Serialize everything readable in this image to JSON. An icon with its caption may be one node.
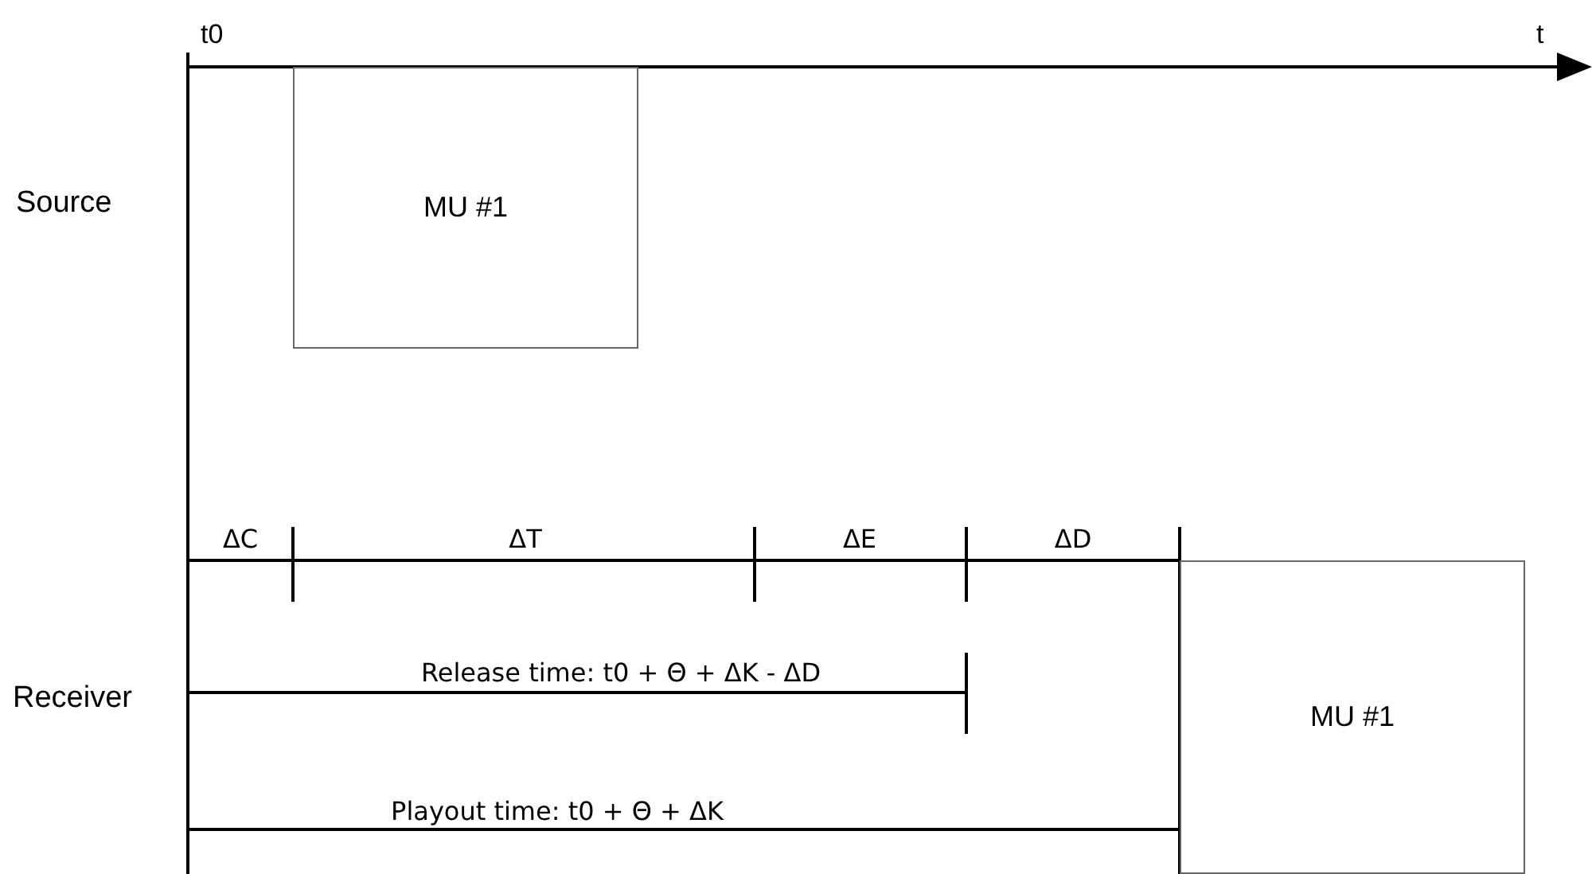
{
  "diagram": {
    "nodes": [
      {
        "text": [
          "MU #1"
        ]
      },
      {
        "text": [
          "MU #1"
        ]
      }
    ],
    "edges": [],
    "labels": [
      "t0",
      "t",
      "Source",
      "ΔC",
      "ΔT",
      "ΔE",
      "ΔD",
      "Receiver",
      "Release time: t0 + Θ + ΔK - ΔD",
      "Playout time: t0 + Θ + ΔK"
    ]
  }
}
